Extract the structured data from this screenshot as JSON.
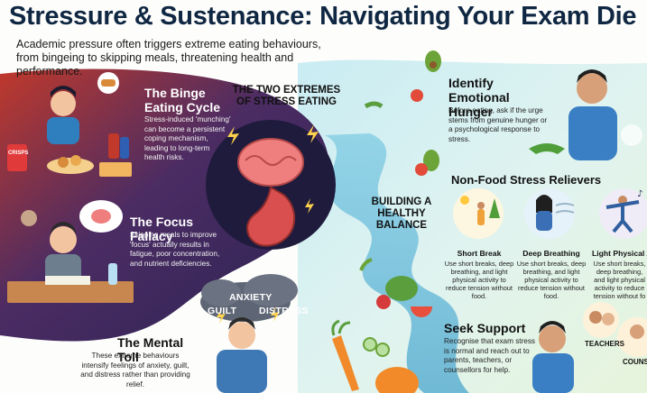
{
  "header": {
    "title": "Stressure & Sustenance: Navigating Your Exam Die",
    "subtitle": "Academic pressure often triggers extreme eating behaviours, from bingeing to skipping meals, threatening health and performance."
  },
  "left": {
    "binge": {
      "title": "The Binge Eating Cycle",
      "text": "Stress-induced 'munching' can become a persistent coping mechanism, leading to long-term health risks."
    },
    "focus": {
      "title": "The Focus Fallacy",
      "text": "Skipping meals to improve 'focus' actually results in fatigue, poor concentration, and nutrient deficiencies."
    },
    "toll": {
      "title": "The Mental Toll",
      "text": "These extreme behaviours intensify feelings of anxiety, guilt, and distress rather than providing relief."
    },
    "extremes_title": "THE TWO EXTREMES OF STRESS EATING",
    "chips_label": "CRISPS",
    "cloud_words": [
      "ANXIETY",
      "GUILT",
      "DISTRESS"
    ]
  },
  "right": {
    "hunger": {
      "title": "Identify Emotional Hunger",
      "text": "Before eating, ask if the urge stems from genuine hunger or a psychological response to stress."
    },
    "building_title": "BUILDING A HEALTHY BALANCE",
    "relievers_title": "Non-Food Stress Relievers",
    "relievers": [
      {
        "label": "Short Break",
        "text": "Use short breaks, deep breathing, and light physical activity to reduce tension without food."
      },
      {
        "label": "Deep Breathing",
        "text": "Use short breaks, deep breathing, and light physical activity to reduce tension without food."
      },
      {
        "label": "Light Physical Ac",
        "text": "Use short breaks, deep breathing, and light physical activity to reduce tension without fo"
      }
    ],
    "support": {
      "title": "Seek Support",
      "text": "Recognise that exam stress is normal and reach out to parents, teachers, or counsellors for help."
    },
    "tags": [
      "TEACHERS",
      "COUNSE"
    ]
  },
  "colors": {
    "title": "#0f2742",
    "left_dark": "#2a2352",
    "left_red": "#b52a2a",
    "right_blue": "#8fd3e6",
    "right_green": "#cfe9c8"
  }
}
